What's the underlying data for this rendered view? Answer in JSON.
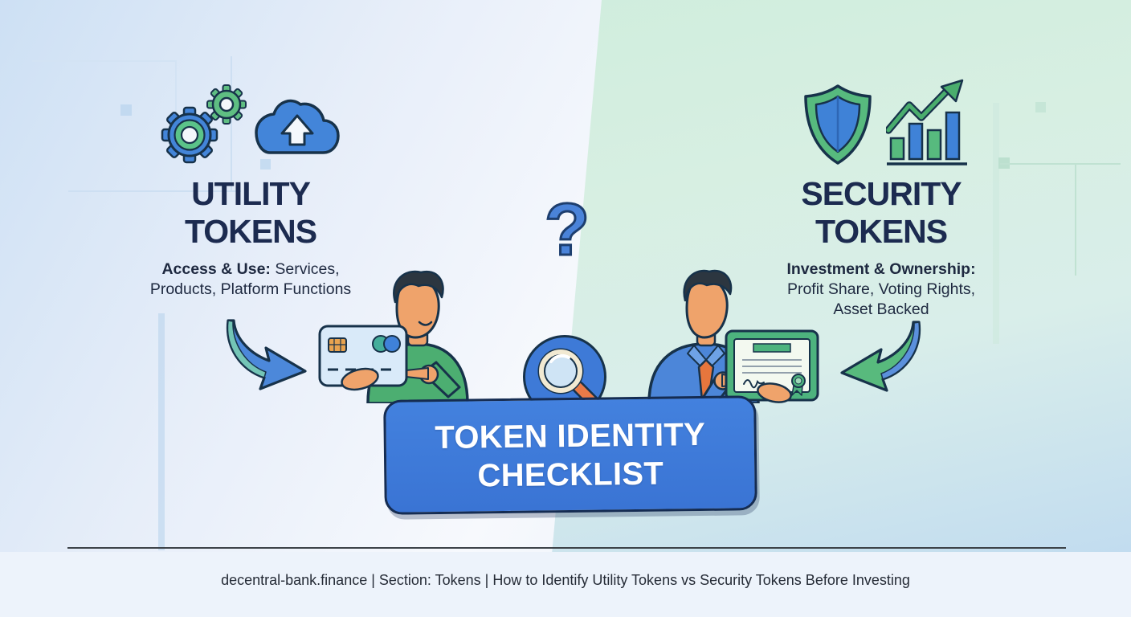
{
  "banner": {
    "line1": "TOKEN IDENTITY",
    "line2": "CHECKLIST"
  },
  "center": {
    "question_mark": "?"
  },
  "utility": {
    "title_line1": "UTILITY",
    "title_line2": "TOKENS",
    "subtitle_bold": "Access & Use:",
    "subtitle_line1_rest": " Services,",
    "subtitle_line2": "Products, Platform Functions"
  },
  "security": {
    "title_line1": "SECURITY",
    "title_line2": "TOKENS",
    "subtitle_bold": "Investment & Ownership:",
    "subtitle_line2": "Profit Share, Voting Rights,",
    "subtitle_line3": "Asset Backed"
  },
  "footer": {
    "text": "decentral-bank.finance | Section: Tokens | How to Identify Utility Tokens vs Security Tokens Before Investing"
  },
  "icons": {
    "left": [
      "gears-icon",
      "cloud-upload-icon"
    ],
    "right": [
      "shield-icon",
      "growth-chart-icon"
    ],
    "center": [
      "question-mark",
      "magnifier-icon",
      "credit-card-illustration",
      "certificate-illustration",
      "person-left-illustration",
      "person-right-illustration",
      "blue-curved-arrow",
      "green-curved-arrow"
    ]
  },
  "colors": {
    "banner_blue": "#3c79d9",
    "accent_blue": "#4385d9",
    "accent_green": "#57ba7e",
    "navy_text": "#1c2b50",
    "outline_navy": "#17324a",
    "orange": "#e6763d",
    "skin": "#efa36b",
    "left_bg": "#cde0f4",
    "right_bg": "#ccecdb"
  }
}
